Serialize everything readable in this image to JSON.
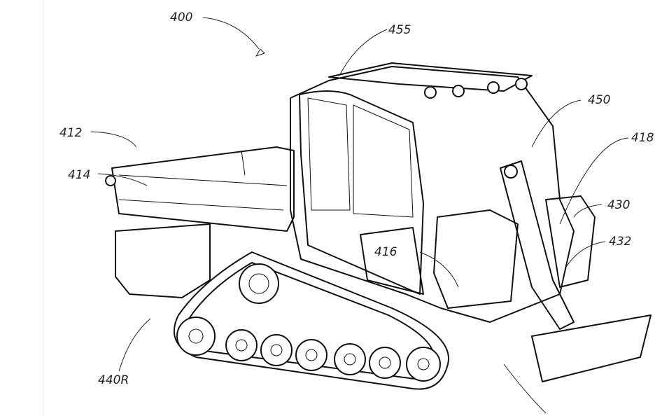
{
  "figure": {
    "labels": {
      "vehicle": "400",
      "roof": "455",
      "cab_frame": "450",
      "loader_arm": "418",
      "cargo_bed": "412",
      "bed_rail": "414",
      "engine_cover": "430",
      "hydraulic": "432",
      "door_panel": "416",
      "track_right": "440R"
    }
  }
}
